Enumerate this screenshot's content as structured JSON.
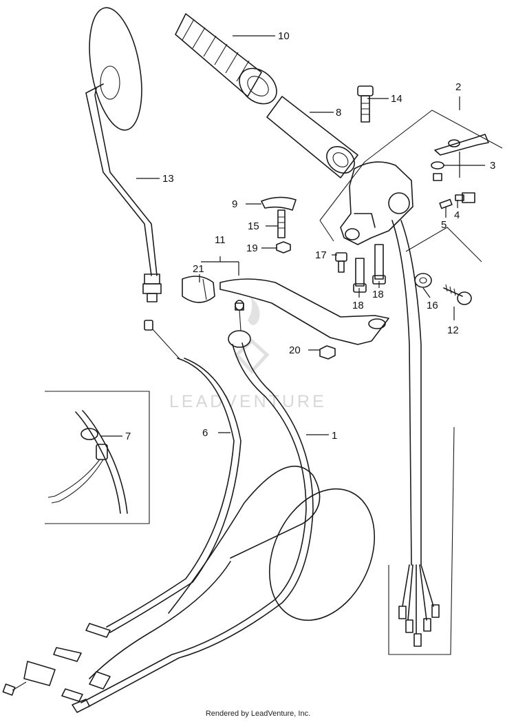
{
  "watermark": {
    "text": "LEADVENTURE"
  },
  "footer": {
    "text": "Rendered by LeadVenture, Inc."
  },
  "callouts": {
    "c1": "1",
    "c2": "2",
    "c3": "3",
    "c4": "4",
    "c5": "5",
    "c6": "6",
    "c7": "7",
    "c8": "8",
    "c9": "9",
    "c10": "10",
    "c11": "11",
    "c12": "12",
    "c13": "13",
    "c14": "14",
    "c15": "15",
    "c16": "16",
    "c17": "17",
    "c18a": "18",
    "c18b": "18",
    "c19": "19",
    "c20": "20",
    "c21": "21"
  }
}
